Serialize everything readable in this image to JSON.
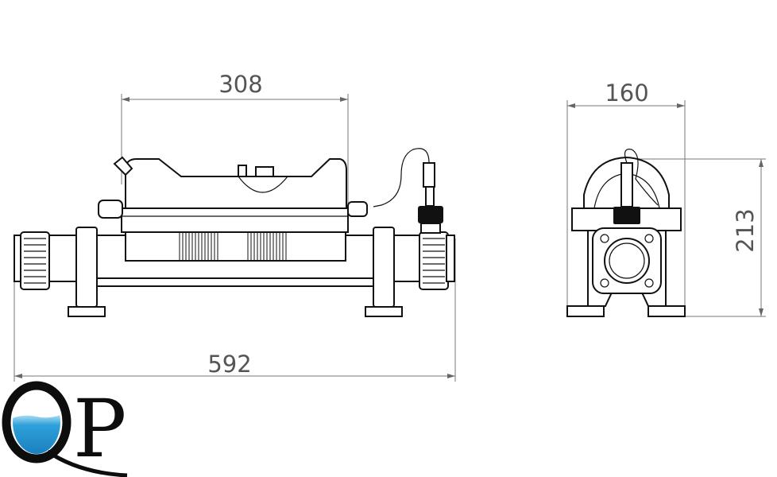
{
  "dimensions": {
    "front_width_body": "308",
    "front_width_total": "592",
    "side_width": "160",
    "side_height": "213"
  },
  "logo": {
    "text": "QP"
  },
  "colors": {
    "line": "#111111",
    "dimension": "#555555",
    "water": "#2a9ad6"
  }
}
